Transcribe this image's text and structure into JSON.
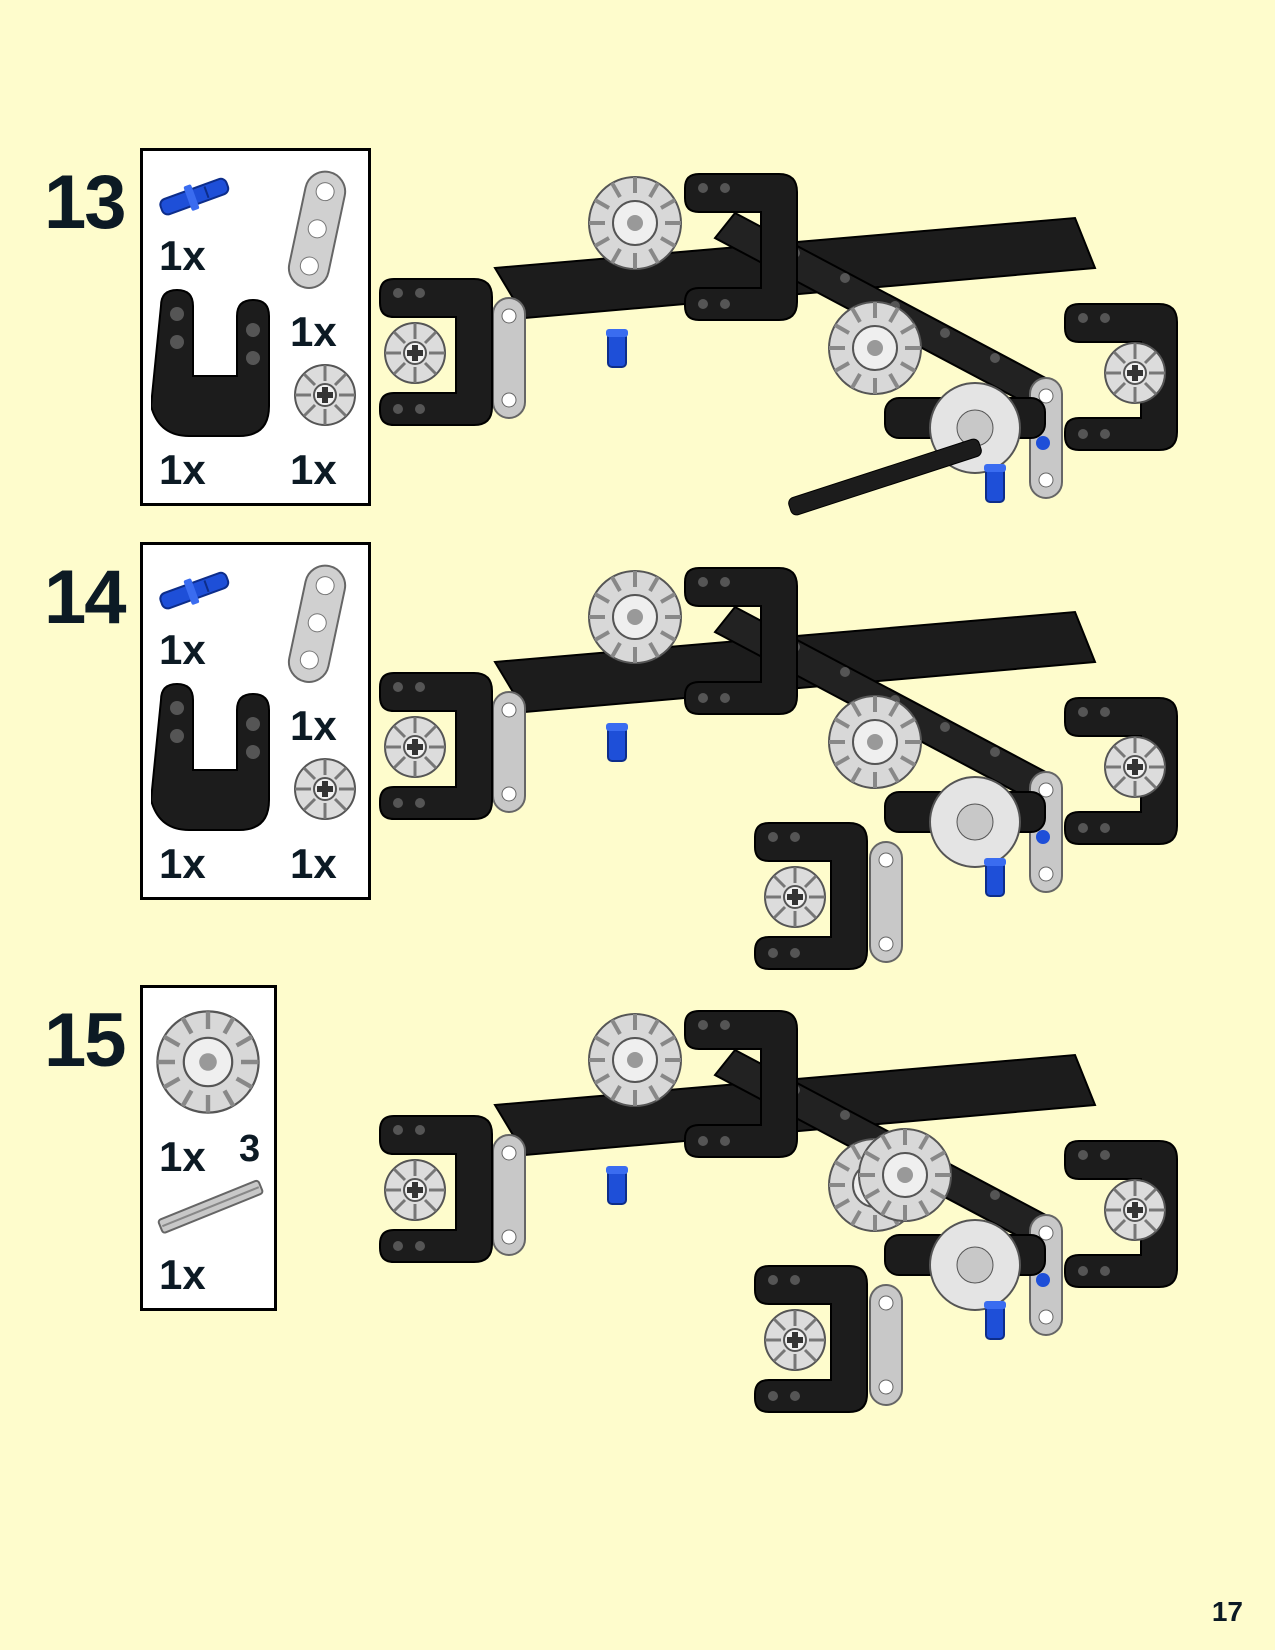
{
  "steps": [
    {
      "number": "13",
      "parts": [
        {
          "icon": "blue-axle-pin-icon",
          "qty": "1x"
        },
        {
          "icon": "gray-liftarm-icon",
          "qty": "1x"
        },
        {
          "icon": "black-u-bracket-icon",
          "qty": "1x"
        },
        {
          "icon": "bevel-gear-icon",
          "qty": "1x"
        }
      ]
    },
    {
      "number": "14",
      "parts": [
        {
          "icon": "blue-axle-pin-icon",
          "qty": "1x"
        },
        {
          "icon": "gray-liftarm-icon",
          "qty": "1x"
        },
        {
          "icon": "black-u-bracket-icon",
          "qty": "1x"
        },
        {
          "icon": "bevel-gear-icon",
          "qty": "1x"
        }
      ]
    },
    {
      "number": "15",
      "parts": [
        {
          "icon": "double-bevel-gear-icon",
          "qty": "1x"
        },
        {
          "icon": "gray-axle-icon",
          "qty": "1x",
          "length_callout": "3"
        }
      ]
    }
  ],
  "page_number": "17",
  "colors": {
    "background": "#fefccc",
    "black_part": "#1c1c1c",
    "gray_part": "#c8c8c8",
    "blue_part": "#1e4fd8"
  }
}
